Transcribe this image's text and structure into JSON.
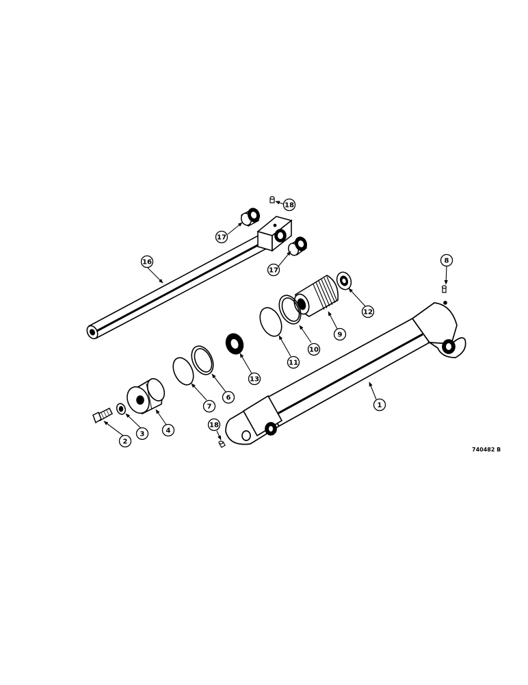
{
  "diagram": {
    "figure_id": "740482 B",
    "callouts": {
      "c1": "1",
      "c2": "2",
      "c3": "3",
      "c4": "4",
      "c6": "6",
      "c7": "7",
      "c8": "8",
      "c9": "9",
      "c10": "10",
      "c11": "11",
      "c12": "12",
      "c13": "13",
      "c16": "16",
      "c17a": "17",
      "c17b": "17",
      "c18a": "18",
      "c18b": "18"
    }
  }
}
